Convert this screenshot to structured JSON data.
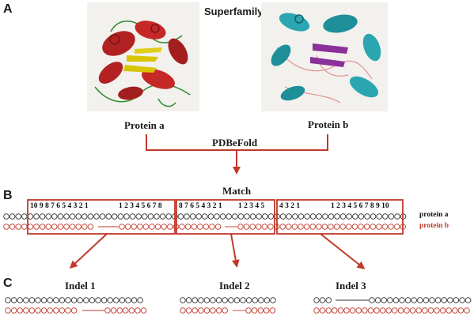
{
  "panel_labels": {
    "a": "A",
    "b": "B",
    "c": "C"
  },
  "superfamily_title": "Superfamily",
  "protein_a_label": "Protein a",
  "protein_b_label": "Protein b",
  "method_label": "PDBeFold",
  "match_label": "Match",
  "row_label_a": "protein a",
  "row_label_b": "protein b",
  "indel_labels": [
    "Indel 1",
    "Indel 2",
    "Indel 3"
  ],
  "box1_numbers": "10 9 8 7 6 5 4 3 2 1",
  "box1_numbers_right": "1 2 3 4 5 6 7 8",
  "box2_numbers": "8 7 6 5 4 3 2 1",
  "box2_numbers_right": "1 2 3 4 5",
  "box3_numbers": "4 3 2 1",
  "box3_numbers_right": "1 2 3 4 5 6 7 8 9 10",
  "colors": {
    "accent_red": "#c0392b",
    "circle_black": "#333333",
    "helix_red": "#b22222",
    "helix_teal": "#2aa6b0",
    "sheet_yellow": "#d8c500",
    "sheet_purple": "#8b2f9a",
    "loop_green": "#2e8b2e"
  }
}
